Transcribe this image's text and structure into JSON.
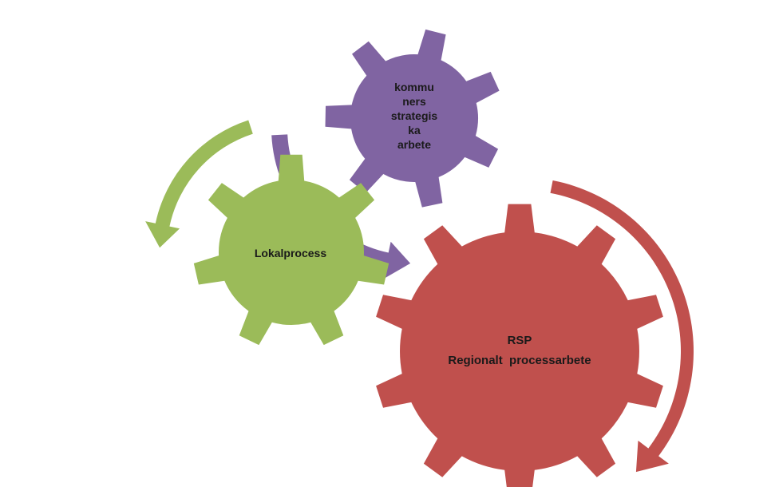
{
  "colors": {
    "purple": "#8064a2",
    "green": "#9bbb59",
    "red": "#c0504d",
    "background": "#ffffff"
  },
  "gears": {
    "purple": {
      "lines": [
        "kommu",
        "ners",
        "strategis",
        "ka",
        "arbete"
      ]
    },
    "green": {
      "lines": [
        "Lokalprocess"
      ]
    },
    "red": {
      "lines": [
        "RSP",
        "Regionalt  processarbete"
      ]
    }
  }
}
